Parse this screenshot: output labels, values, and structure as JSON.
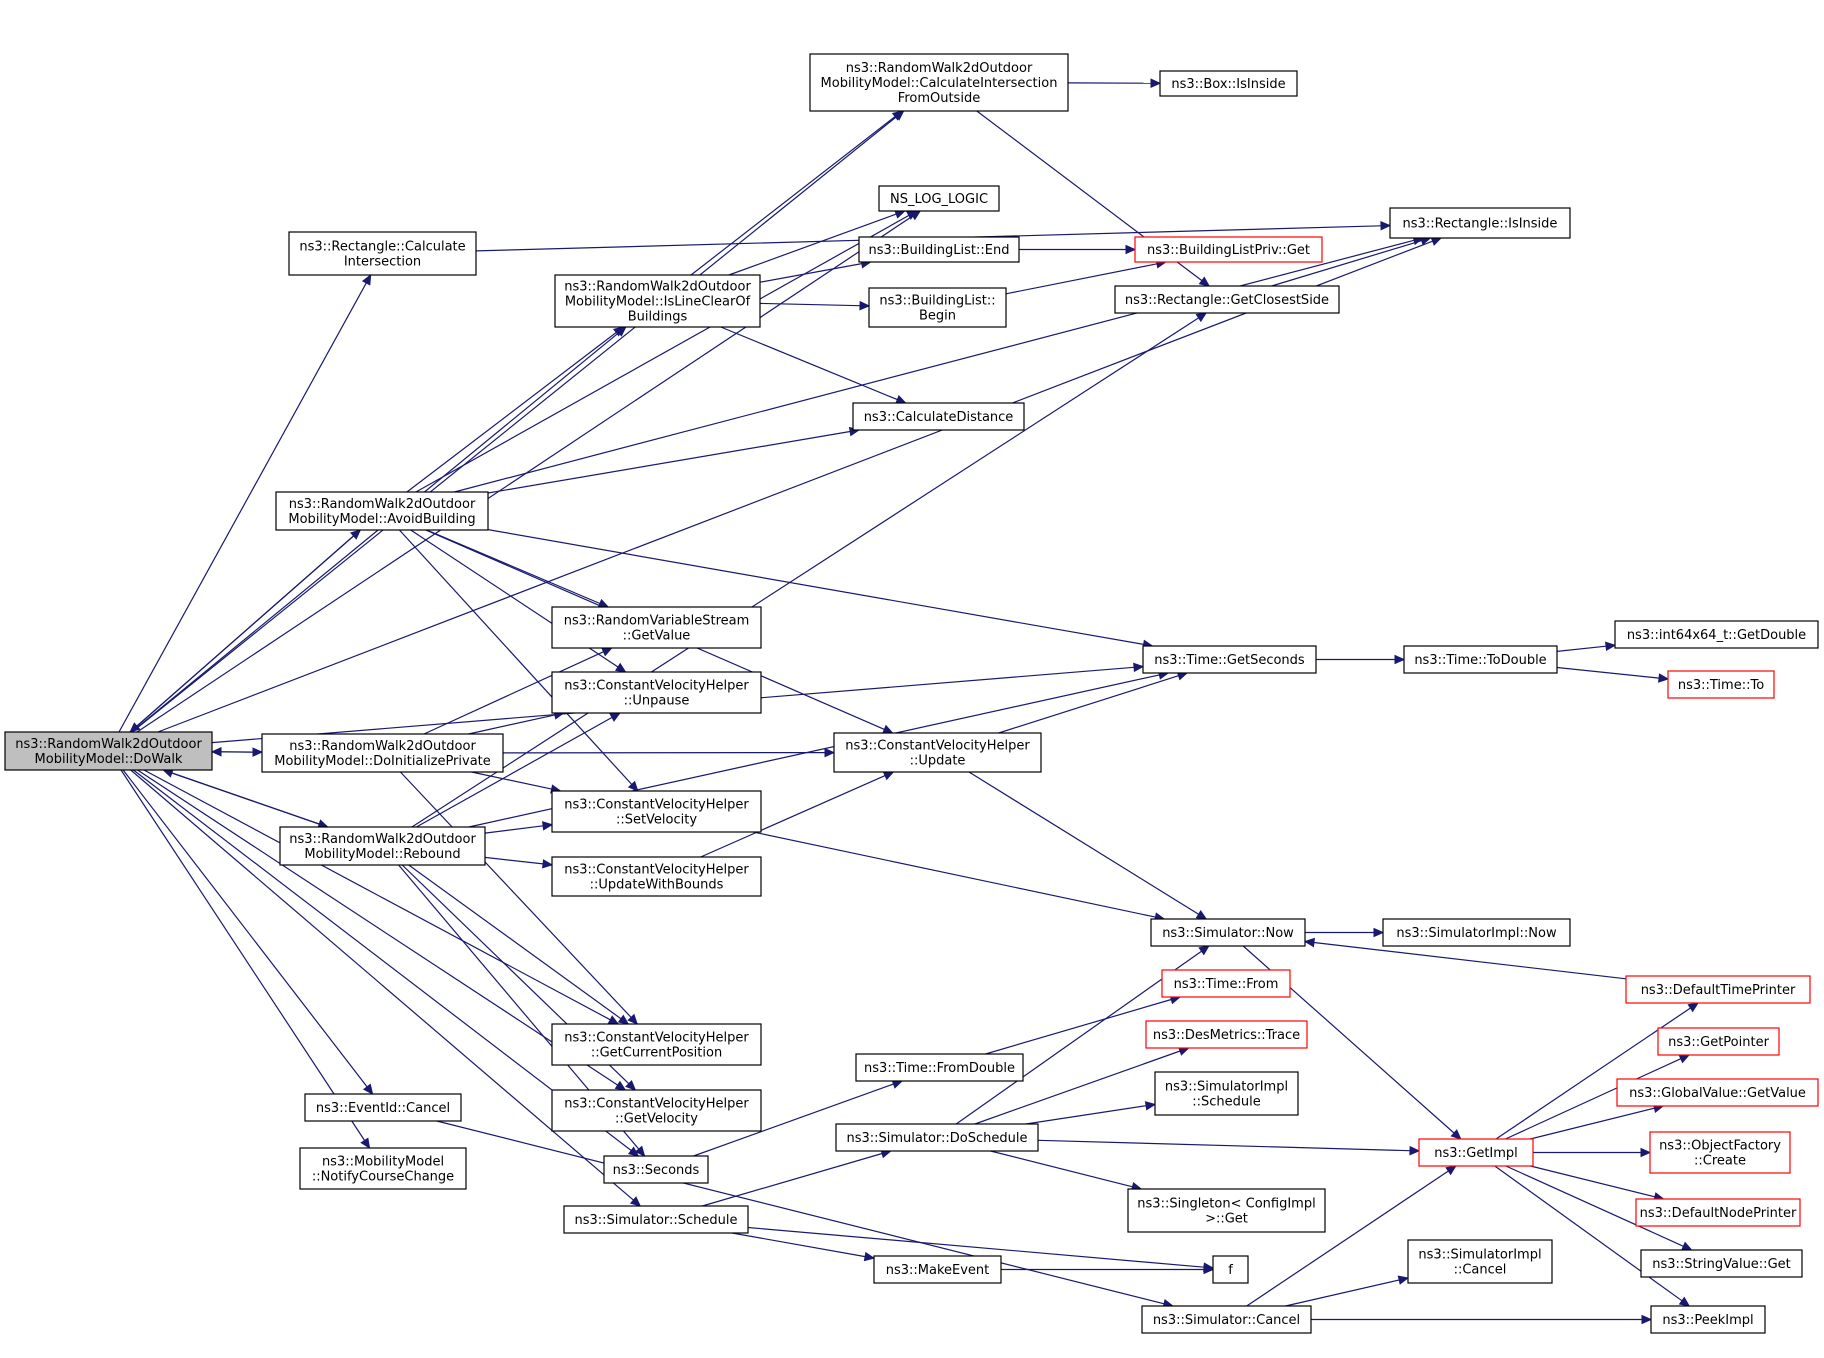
{
  "diagram": {
    "nodes": [
      {
        "id": "dowalk",
        "lines": [
          "ns3::RandomWalk2dOutdoor",
          "MobilityModel::DoWalk"
        ],
        "style": "root"
      },
      {
        "id": "calcfromout",
        "lines": [
          "ns3::RandomWalk2dOutdoor",
          "MobilityModel::CalculateIntersection",
          "FromOutside"
        ],
        "style": "normal"
      },
      {
        "id": "boxinside",
        "lines": [
          "ns3::Box::IsInside"
        ],
        "style": "normal"
      },
      {
        "id": "nslog",
        "lines": [
          "NS_LOG_LOGIC"
        ],
        "style": "normal"
      },
      {
        "id": "rectinside",
        "lines": [
          "ns3::Rectangle::IsInside"
        ],
        "style": "normal"
      },
      {
        "id": "rectcalc",
        "lines": [
          "ns3::Rectangle::Calculate",
          "Intersection"
        ],
        "style": "normal"
      },
      {
        "id": "blend",
        "lines": [
          "ns3::BuildingList::End"
        ],
        "style": "normal"
      },
      {
        "id": "blprivget",
        "lines": [
          "ns3::BuildingListPriv::Get"
        ],
        "style": "red"
      },
      {
        "id": "islineclear",
        "lines": [
          "ns3::RandomWalk2dOutdoor",
          "MobilityModel::IsLineClearOf",
          "Buildings"
        ],
        "style": "normal"
      },
      {
        "id": "blbegin",
        "lines": [
          "ns3::BuildingList::",
          "Begin"
        ],
        "style": "normal"
      },
      {
        "id": "closestside",
        "lines": [
          "ns3::Rectangle::GetClosestSide"
        ],
        "style": "normal"
      },
      {
        "id": "calcdist",
        "lines": [
          "ns3::CalculateDistance"
        ],
        "style": "normal"
      },
      {
        "id": "avoid",
        "lines": [
          "ns3::RandomWalk2dOutdoor",
          "MobilityModel::AvoidBuilding"
        ],
        "style": "normal"
      },
      {
        "id": "rvsget",
        "lines": [
          "ns3::RandomVariableStream",
          "::GetValue"
        ],
        "style": "normal"
      },
      {
        "id": "getseconds",
        "lines": [
          "ns3::Time::GetSeconds"
        ],
        "style": "normal"
      },
      {
        "id": "todouble",
        "lines": [
          "ns3::Time::ToDouble"
        ],
        "style": "normal"
      },
      {
        "id": "int64get",
        "lines": [
          "ns3::int64x64_t::GetDouble"
        ],
        "style": "normal"
      },
      {
        "id": "timeto",
        "lines": [
          "ns3::Time::To"
        ],
        "style": "red"
      },
      {
        "id": "unpause",
        "lines": [
          "ns3::ConstantVelocityHelper",
          "::Unpause"
        ],
        "style": "normal"
      },
      {
        "id": "doinit",
        "lines": [
          "ns3::RandomWalk2dOutdoor",
          "MobilityModel::DoInitializePrivate"
        ],
        "style": "normal"
      },
      {
        "id": "cvhupdate",
        "lines": [
          "ns3::ConstantVelocityHelper",
          "::Update"
        ],
        "style": "normal"
      },
      {
        "id": "rebound",
        "lines": [
          "ns3::RandomWalk2dOutdoor",
          "MobilityModel::Rebound"
        ],
        "style": "normal"
      },
      {
        "id": "setvel",
        "lines": [
          "ns3::ConstantVelocityHelper",
          "::SetVelocity"
        ],
        "style": "normal"
      },
      {
        "id": "updbounds",
        "lines": [
          "ns3::ConstantVelocityHelper",
          "::UpdateWithBounds"
        ],
        "style": "normal"
      },
      {
        "id": "simnow",
        "lines": [
          "ns3::Simulator::Now"
        ],
        "style": "normal"
      },
      {
        "id": "simimplnow",
        "lines": [
          "ns3::SimulatorImpl::Now"
        ],
        "style": "normal"
      },
      {
        "id": "deftimeprinter",
        "lines": [
          "ns3::DefaultTimePrinter"
        ],
        "style": "red"
      },
      {
        "id": "timefrom",
        "lines": [
          "ns3::Time::From"
        ],
        "style": "red"
      },
      {
        "id": "getcurpos",
        "lines": [
          "ns3::ConstantVelocityHelper",
          "::GetCurrentPosition"
        ],
        "style": "normal"
      },
      {
        "id": "desmetrics",
        "lines": [
          "ns3::DesMetrics::Trace"
        ],
        "style": "red"
      },
      {
        "id": "getpointer",
        "lines": [
          "ns3::GetPointer"
        ],
        "style": "red"
      },
      {
        "id": "fromdouble",
        "lines": [
          "ns3::Time::FromDouble"
        ],
        "style": "normal"
      },
      {
        "id": "simimplsched",
        "lines": [
          "ns3::SimulatorImpl",
          "::Schedule"
        ],
        "style": "normal"
      },
      {
        "id": "globalget",
        "lines": [
          "ns3::GlobalValue::GetValue"
        ],
        "style": "red"
      },
      {
        "id": "getvel",
        "lines": [
          "ns3::ConstantVelocityHelper",
          "::GetVelocity"
        ],
        "style": "normal"
      },
      {
        "id": "eventcancel",
        "lines": [
          "ns3::EventId::Cancel"
        ],
        "style": "normal"
      },
      {
        "id": "dosched",
        "lines": [
          "ns3::Simulator::DoSchedule"
        ],
        "style": "normal"
      },
      {
        "id": "getimpl",
        "lines": [
          "ns3::GetImpl"
        ],
        "style": "red"
      },
      {
        "id": "objcreate",
        "lines": [
          "ns3::ObjectFactory",
          "::Create"
        ],
        "style": "red"
      },
      {
        "id": "notifycc",
        "lines": [
          "ns3::MobilityModel",
          "::NotifyCourseChange"
        ],
        "style": "normal"
      },
      {
        "id": "seconds",
        "lines": [
          "ns3::Seconds"
        ],
        "style": "normal"
      },
      {
        "id": "singleton",
        "lines": [
          "ns3::Singleton< ConfigImpl",
          " >::Get"
        ],
        "style": "normal"
      },
      {
        "id": "defnodeprinter",
        "lines": [
          "ns3::DefaultNodePrinter"
        ],
        "style": "red"
      },
      {
        "id": "simsched",
        "lines": [
          "ns3::Simulator::Schedule"
        ],
        "style": "normal"
      },
      {
        "id": "ffunc",
        "lines": [
          "f"
        ],
        "style": "normal"
      },
      {
        "id": "makeevent",
        "lines": [
          "ns3::MakeEvent"
        ],
        "style": "normal"
      },
      {
        "id": "stringget",
        "lines": [
          "ns3::StringValue::Get"
        ],
        "style": "normal"
      },
      {
        "id": "simimplcancel",
        "lines": [
          "ns3::SimulatorImpl",
          "::Cancel"
        ],
        "style": "normal"
      },
      {
        "id": "simcancel",
        "lines": [
          "ns3::Simulator::Cancel"
        ],
        "style": "normal"
      },
      {
        "id": "peekimpl",
        "lines": [
          "ns3::PeekImpl"
        ],
        "style": "normal"
      }
    ],
    "edges": [
      [
        "dowalk",
        "calcfromout"
      ],
      [
        "dowalk",
        "rectinside"
      ],
      [
        "dowalk",
        "nslog"
      ],
      [
        "dowalk",
        "rectcalc"
      ],
      [
        "dowalk",
        "islineclear"
      ],
      [
        "dowalk",
        "avoid"
      ],
      [
        "dowalk",
        "getseconds"
      ],
      [
        "dowalk",
        "doinit"
      ],
      [
        "dowalk",
        "rebound"
      ],
      [
        "dowalk",
        "getcurpos"
      ],
      [
        "dowalk",
        "getvel"
      ],
      [
        "dowalk",
        "seconds"
      ],
      [
        "dowalk",
        "simsched"
      ],
      [
        "dowalk",
        "eventcancel"
      ],
      [
        "dowalk",
        "notifycc"
      ],
      [
        "calcfromout",
        "boxinside"
      ],
      [
        "calcfromout",
        "closestside"
      ],
      [
        "rectcalc",
        "rectinside"
      ],
      [
        "islineclear",
        "calcfromout"
      ],
      [
        "islineclear",
        "nslog"
      ],
      [
        "islineclear",
        "blend"
      ],
      [
        "islineclear",
        "blbegin"
      ],
      [
        "islineclear",
        "calcdist"
      ],
      [
        "blend",
        "blprivget"
      ],
      [
        "blbegin",
        "blprivget"
      ],
      [
        "closestside",
        "rectinside"
      ],
      [
        "avoid",
        "nslog"
      ],
      [
        "avoid",
        "islineclear"
      ],
      [
        "avoid",
        "rectinside"
      ],
      [
        "avoid",
        "calcdist"
      ],
      [
        "avoid",
        "getseconds"
      ],
      [
        "avoid",
        "rvsget"
      ],
      [
        "avoid",
        "unpause"
      ],
      [
        "avoid",
        "cvhupdate"
      ],
      [
        "avoid",
        "setvel"
      ],
      [
        "avoid",
        "dowalk"
      ],
      [
        "getseconds",
        "todouble"
      ],
      [
        "todouble",
        "int64get"
      ],
      [
        "todouble",
        "timeto"
      ],
      [
        "doinit",
        "dowalk"
      ],
      [
        "doinit",
        "rvsget"
      ],
      [
        "doinit",
        "unpause"
      ],
      [
        "doinit",
        "cvhupdate"
      ],
      [
        "doinit",
        "setvel"
      ],
      [
        "doinit",
        "getcurpos"
      ],
      [
        "cvhupdate",
        "getseconds"
      ],
      [
        "cvhupdate",
        "simnow"
      ],
      [
        "rebound",
        "dowalk"
      ],
      [
        "rebound",
        "unpause"
      ],
      [
        "rebound",
        "setvel"
      ],
      [
        "rebound",
        "updbounds"
      ],
      [
        "rebound",
        "closestside"
      ],
      [
        "rebound",
        "getseconds"
      ],
      [
        "rebound",
        "getcurpos"
      ],
      [
        "rebound",
        "getvel"
      ],
      [
        "rebound",
        "seconds"
      ],
      [
        "setvel",
        "simnow"
      ],
      [
        "updbounds",
        "cvhupdate"
      ],
      [
        "simnow",
        "simimplnow"
      ],
      [
        "simnow",
        "getimpl"
      ],
      [
        "deftimeprinter",
        "simnow"
      ],
      [
        "seconds",
        "fromdouble"
      ],
      [
        "fromdouble",
        "timefrom"
      ],
      [
        "simsched",
        "dosched"
      ],
      [
        "simsched",
        "ffunc"
      ],
      [
        "simsched",
        "makeevent"
      ],
      [
        "makeevent",
        "ffunc"
      ],
      [
        "dosched",
        "simnow"
      ],
      [
        "dosched",
        "desmetrics"
      ],
      [
        "dosched",
        "simimplsched"
      ],
      [
        "dosched",
        "getimpl"
      ],
      [
        "dosched",
        "singleton"
      ],
      [
        "eventcancel",
        "simcancel"
      ],
      [
        "getimpl",
        "deftimeprinter"
      ],
      [
        "getimpl",
        "getpointer"
      ],
      [
        "getimpl",
        "globalget"
      ],
      [
        "getimpl",
        "objcreate"
      ],
      [
        "getimpl",
        "defnodeprinter"
      ],
      [
        "getimpl",
        "stringget"
      ],
      [
        "getimpl",
        "peekimpl"
      ],
      [
        "simcancel",
        "getimpl"
      ],
      [
        "simcancel",
        "simimplcancel"
      ],
      [
        "simcancel",
        "peekimpl"
      ]
    ]
  },
  "colors": {
    "edge": "#191970",
    "root_fill": "#bfbfbf",
    "box_border": "#000000",
    "red_border": "#ff0000"
  }
}
